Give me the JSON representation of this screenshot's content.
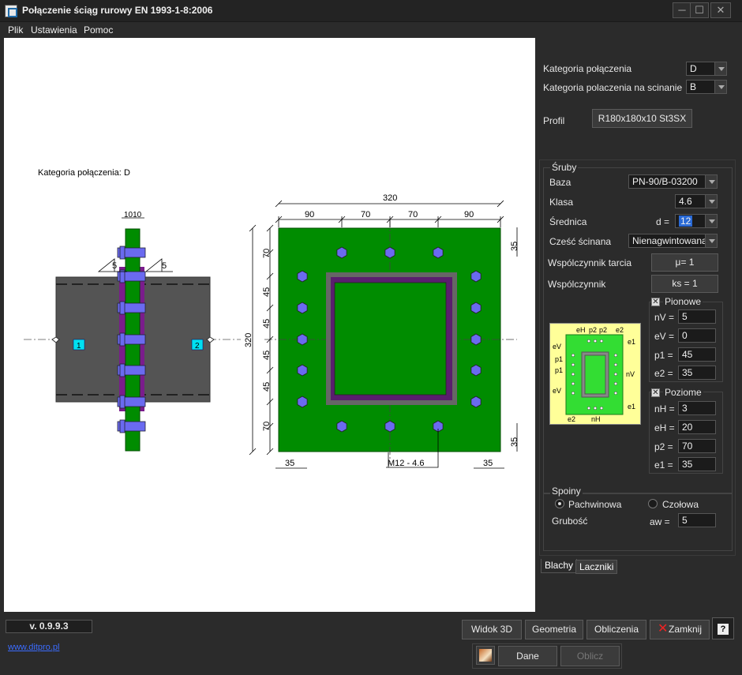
{
  "window": {
    "title": "Połączenie ściąg rurowy EN 1993-1-8:2006",
    "controls": [
      "─",
      "☐",
      "✕"
    ]
  },
  "menu": [
    "Plik",
    "Ustawienia",
    "Pomoc"
  ],
  "drawing": {
    "category_label": "Kategoria połączenia:",
    "category_value": "D",
    "weld_size_left": "5",
    "weld_size_right": "5",
    "top_dims_small": "1010",
    "marker_1": "1",
    "marker_2": "2",
    "dim_width_total": "320",
    "dim_top": [
      "90",
      "70",
      "70",
      "90"
    ],
    "dim_height_total": "320",
    "dim_left": [
      "70",
      "45",
      "45",
      "45",
      "45",
      "70"
    ],
    "dim_right_top": "35",
    "dim_right_bottom": "35",
    "dim_bottom_left": "35",
    "dim_bottom_right": "35",
    "bolt_label": "M12 - 4.6"
  },
  "panel": {
    "category_label": "Kategoria połączenia",
    "category_value": "D",
    "shear_category_label": "Kategoria polaczenia na scinanie",
    "shear_category_value": "B",
    "profile_label": "Profil",
    "profile_value": "R180x180x10 St3SX",
    "bolts": {
      "title": "Śruby",
      "base_label": "Baza",
      "base_value": "PN-90/B-03200",
      "class_label": "Klasa",
      "class_value": "4.6",
      "diameter_label": "Średnica",
      "diameter_prefix": "d =",
      "diameter_value": "12",
      "shear_part_label": "Cześć ścinana",
      "shear_part_value": "Nienagwintowana",
      "friction_label": "Wspólczynnik tarcia",
      "friction_button": "μ= 1",
      "coef_label": "Wspólczynnik",
      "coef_button": "ks = 1"
    },
    "vertical": {
      "title": "Pionowe",
      "checked": "✕",
      "rows": [
        {
          "label": "nV =",
          "value": "5"
        },
        {
          "label": "eV =",
          "value": "0"
        },
        {
          "label": "p1 =",
          "value": "45"
        },
        {
          "label": "e2 =",
          "value": "35"
        }
      ]
    },
    "horizontal": {
      "title": "Poziome",
      "checked": "✕",
      "rows": [
        {
          "label": "nH =",
          "value": "3"
        },
        {
          "label": "eH =",
          "value": "20"
        },
        {
          "label": "p2 =",
          "value": "70"
        },
        {
          "label": "e1 =",
          "value": "35"
        }
      ]
    },
    "welds": {
      "title": "Spoiny",
      "fillet_label": "Pachwinowa",
      "butt_label": "Czołowa",
      "thickness_label": "Grubość",
      "aw_label": "aw =",
      "aw_value": "5"
    },
    "tabs": [
      "Blachy",
      "Laczniki"
    ],
    "legend": {
      "eH": "eH",
      "p2": "p2",
      "e2": "e2",
      "e1": "e1",
      "eV": "eV",
      "p1": "p1",
      "nV": "nV",
      "nH": "nH"
    }
  },
  "footer": {
    "version": "v. 0.9.9.3",
    "website": "www.ditpro.pl",
    "btn_3d": "Widok 3D",
    "btn_geometry": "Geometria",
    "btn_calc": "Obliczenia",
    "btn_close": "Zamknij",
    "btn_help": "?",
    "btn_data": "Dane",
    "btn_oblicz": "Oblicz"
  },
  "colors": {
    "plate_green": "#008c00",
    "profile_purple": "#5a1e6e",
    "bolt_blue": "#6a6af0",
    "beam_grey": "#545454",
    "marker_cyan": "#00e0f0"
  }
}
